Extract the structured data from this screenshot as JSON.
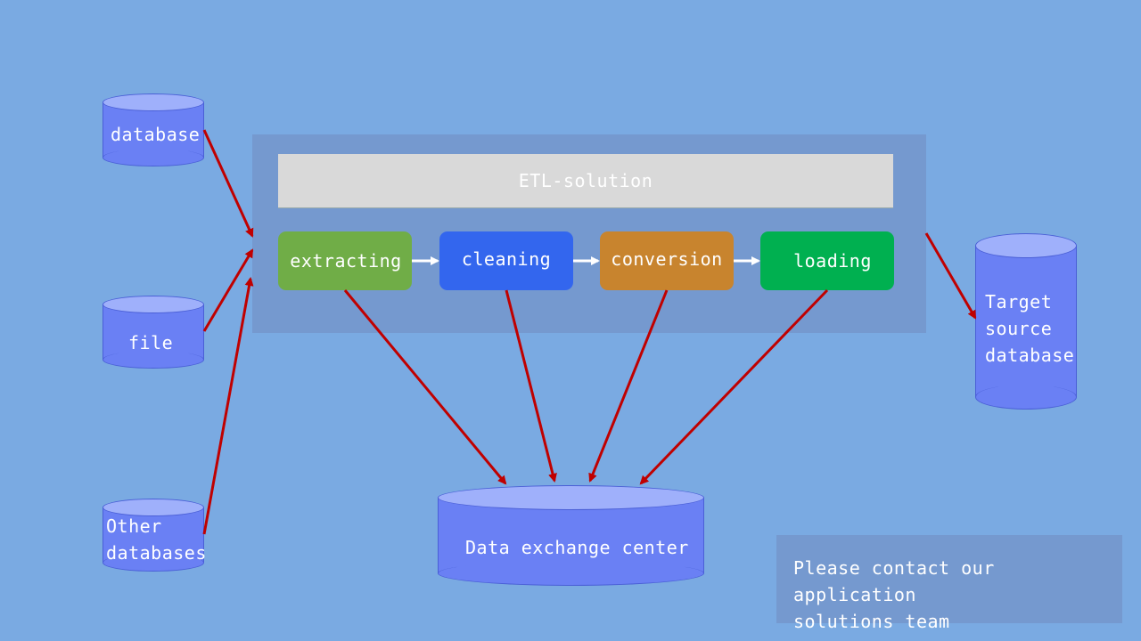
{
  "etl": {
    "title": "ETL-solution",
    "steps": [
      {
        "label": "extracting",
        "color": "#70ad47"
      },
      {
        "label": "cleaning",
        "color": "#3366ee"
      },
      {
        "label": "conversion",
        "color": "#c8842e"
      },
      {
        "label": "loading",
        "color": "#00b050"
      }
    ]
  },
  "sources": [
    {
      "label": "database"
    },
    {
      "label": "file"
    },
    {
      "label": "Other\ndatabases"
    }
  ],
  "target": {
    "label": "Target\nsource\ndatabase"
  },
  "center": {
    "label": "Data exchange center"
  },
  "contact": {
    "text": "Please contact our application\nsolutions team"
  },
  "colors": {
    "background": "#7aaae2",
    "panel": "#7599cf",
    "cylinder_body": "#6a80f4",
    "cylinder_top": "#9fb0fb",
    "connector_arrow": "#c00000",
    "flow_arrow": "#ffffff"
  }
}
